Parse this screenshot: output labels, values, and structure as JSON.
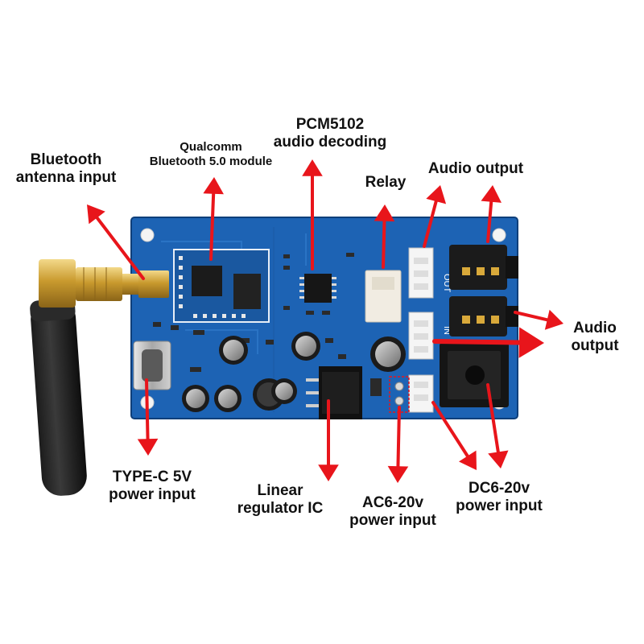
{
  "colors": {
    "arrow": "#e8151b",
    "pcb": "#1d63b4",
    "label": "#111111"
  },
  "labels": {
    "bt_antenna": {
      "line1": "Bluetooth",
      "line2": "antenna input"
    },
    "qualcomm": {
      "line1": "Qualcomm",
      "line2": "Bluetooth 5.0 module"
    },
    "pcm": {
      "line1": "PCM5102",
      "line2": "audio decoding"
    },
    "relay": {
      "line1": "Relay"
    },
    "audio_out_top": {
      "line1": "Audio output"
    },
    "audio_out_right": {
      "line1": "Audio",
      "line2": "output"
    },
    "typec": {
      "line1": "TYPE-C 5V",
      "line2": "power input"
    },
    "linear": {
      "line1": "Linear",
      "line2": "regulator IC"
    },
    "ac": {
      "line1": "AC6-20v",
      "line2": "power input"
    },
    "dc": {
      "line1": "DC6-20v",
      "line2": "power input"
    }
  },
  "board": {
    "silk_out": "OUT",
    "silk_in": "IN"
  },
  "icons": [
    "arrow-icon",
    "antenna-icon"
  ]
}
